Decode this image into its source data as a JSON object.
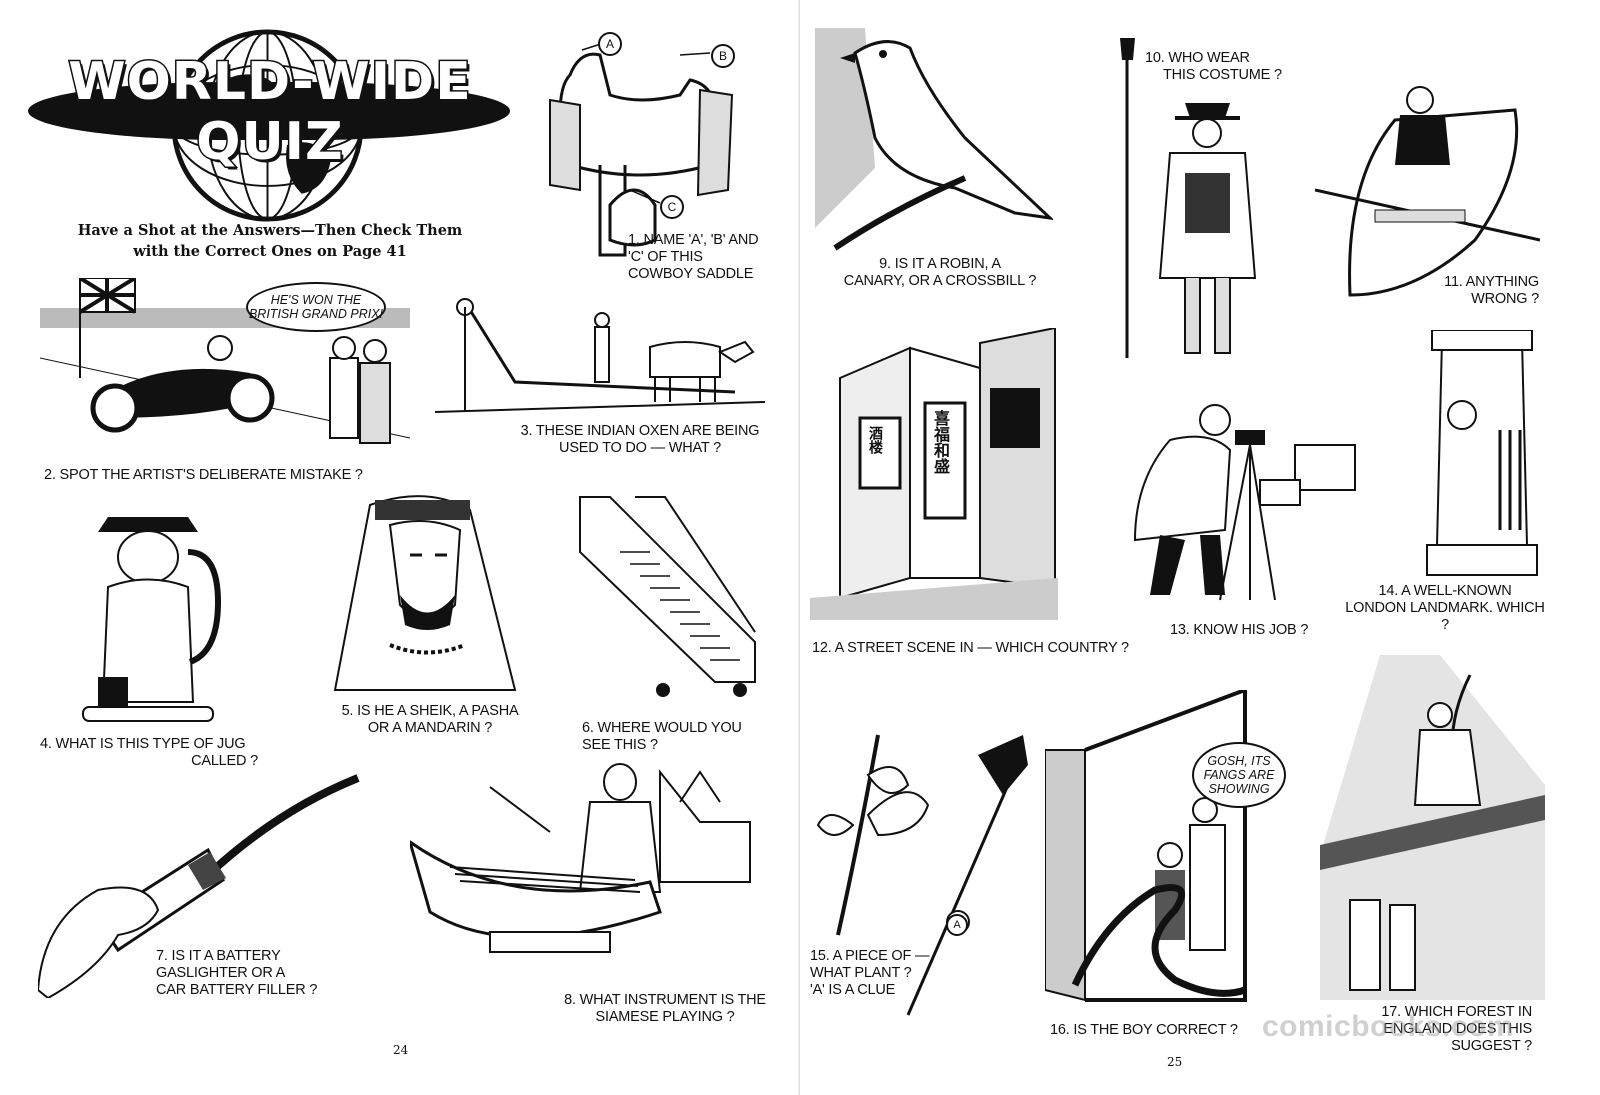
{
  "title": "WORLD-WIDE QUIZ",
  "subtitle_line1": "Have a Shot at the Answers—Then Check Them",
  "subtitle_line2": "with the Correct Ones on Page 41",
  "questions": {
    "q1": [
      "1. NAME 'A', 'B' AND",
      "'C' OF THIS",
      "COWBOY SADDLE"
    ],
    "q2": "2. SPOT THE ARTIST'S DELIBERATE MISTAKE ?",
    "q3": [
      "3. THESE INDIAN OXEN ARE BEING",
      "USED TO DO — WHAT ?"
    ],
    "q4": [
      "4. WHAT IS THIS TYPE OF JUG",
      "CALLED ?"
    ],
    "q5": [
      "5. IS HE A SHEIK, A PASHA",
      "OR A MANDARIN ?"
    ],
    "q6": [
      "6. WHERE WOULD YOU",
      "SEE THIS ?"
    ],
    "q7": [
      "7. IS IT A BATTERY",
      "GASLIGHTER OR A",
      "CAR BATTERY FILLER ?"
    ],
    "q8": [
      "8. WHAT INSTRUMENT IS THE",
      "SIAMESE PLAYING ?"
    ],
    "q9": [
      "9. IS IT A ROBIN, A",
      "CANARY, OR A CROSSBILL ?"
    ],
    "q10": [
      "10. WHO WEAR",
      "THIS COSTUME ?"
    ],
    "q11": [
      "11. ANYTHING",
      "WRONG ?"
    ],
    "q12": "12. A STREET SCENE IN — WHICH COUNTRY ?",
    "q13": "13. KNOW HIS JOB ?",
    "q14": [
      "14. A WELL-KNOWN",
      "LONDON LANDMARK. WHICH ?"
    ],
    "q15": [
      "15. A PIECE OF —",
      "WHAT PLANT ?",
      "'A' IS A CLUE"
    ],
    "q16": "16. IS THE BOY CORRECT ?",
    "q17": [
      "17. WHICH FOREST IN",
      "ENGLAND DOES THIS SUGGEST ?"
    ]
  },
  "bubbles": {
    "grand_prix": [
      "HE'S WON THE",
      "BRITISH GRAND PRIX!"
    ],
    "fangs": [
      "GOSH, ITS",
      "FANGS ARE",
      "SHOWING"
    ]
  },
  "labels": {
    "a": "A",
    "b": "B",
    "c": "C",
    "broom_a": "A"
  },
  "signs": {
    "s1": "酒楼",
    "s2": "喜福和盛"
  },
  "folios": {
    "left": "24",
    "right": "25"
  },
  "watermark": "comicbooks.com",
  "colors": {
    "ink": "#111111",
    "paper": "#ffffff"
  }
}
